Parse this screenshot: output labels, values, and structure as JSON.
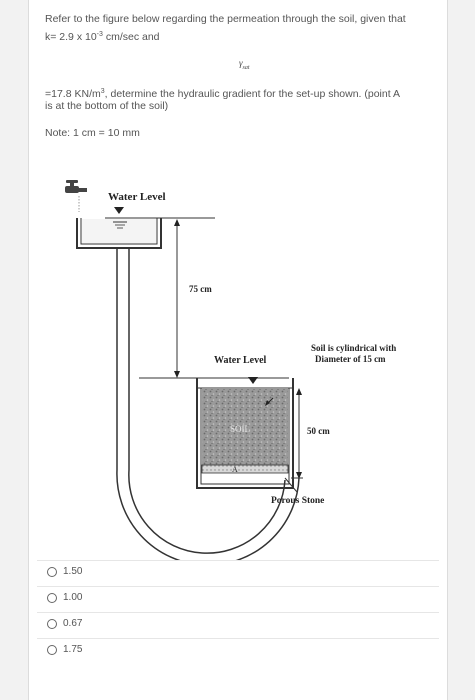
{
  "question": {
    "line1": "Refer to the figure below regarding the permeation through the soil, given that",
    "line2_a": "k= 2.9 x 10",
    "line2_exp": "-3",
    "line2_b": " cm/sec and",
    "gamma_symbol": "γ",
    "gamma_sub": "sat",
    "line3_a": "=17.8 KN/m",
    "line3_exp": "3",
    "line3_b": ", determine the hydraulic gradient for the set-up shown.  (point A",
    "line4": "is at the bottom of the soil)",
    "note": "Note: 1 cm  =  10 mm"
  },
  "figure": {
    "water_level_top": "Water Level",
    "dim_75": "75 cm",
    "soil_desc_1": "Soil is cylindrical with",
    "soil_desc_2": "Diameter of 15 cm",
    "water_level_bottom": "Water Level",
    "soil_label": "SOIL",
    "dim_50": "50 cm",
    "point_a": "A",
    "porous_stone": "Porous Stone"
  },
  "options": [
    {
      "label": "1.50"
    },
    {
      "label": "1.00"
    },
    {
      "label": "0.67"
    },
    {
      "label": "1.75"
    }
  ]
}
